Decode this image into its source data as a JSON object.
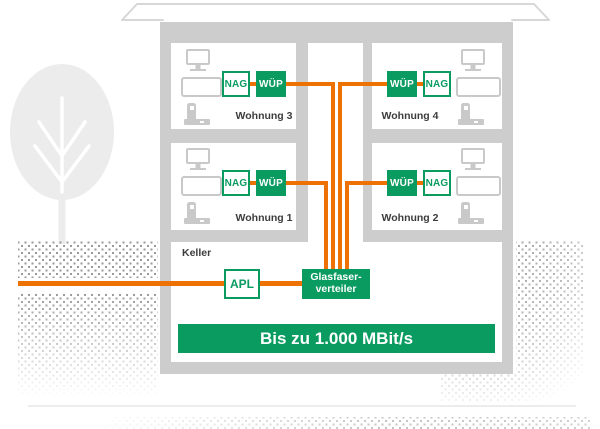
{
  "colors": {
    "green": "#0a9b61",
    "orange": "#ee7203",
    "wall": "#cdcdcd",
    "icon_gray": "#c9c9c9",
    "text_dark": "#3c3c3c"
  },
  "apartments": [
    {
      "label": "Wohnung 1"
    },
    {
      "label": "Wohnung 2"
    },
    {
      "label": "Wohnung 3"
    },
    {
      "label": "Wohnung 4"
    }
  ],
  "units": {
    "nag": "NAG",
    "wup": "WÜP"
  },
  "basement": {
    "label": "Keller",
    "apl": "APL",
    "distributor": {
      "line1": "Glasfaser-",
      "line2": "verteiler"
    }
  },
  "banner": {
    "text": "Bis zu 1.000 MBit/s"
  }
}
